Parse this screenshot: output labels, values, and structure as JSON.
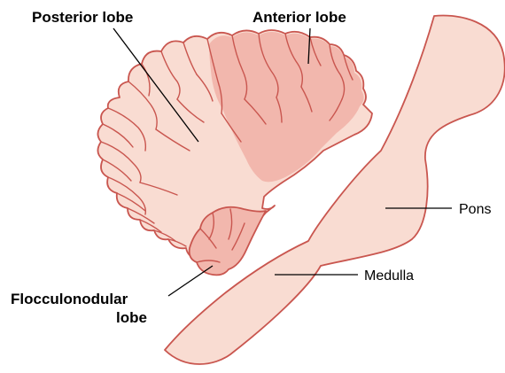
{
  "labels": {
    "posterior": "Posterior lobe",
    "anterior": "Anterior lobe",
    "pons": "Pons",
    "medulla": "Medulla",
    "flocculonodular_line1": "Flocculonodular",
    "flocculonodular_line2": "lobe"
  },
  "colors": {
    "outline": "#c9564f",
    "light_fill": "#f9dcd2",
    "dark_fill": "#f2b7ad"
  }
}
